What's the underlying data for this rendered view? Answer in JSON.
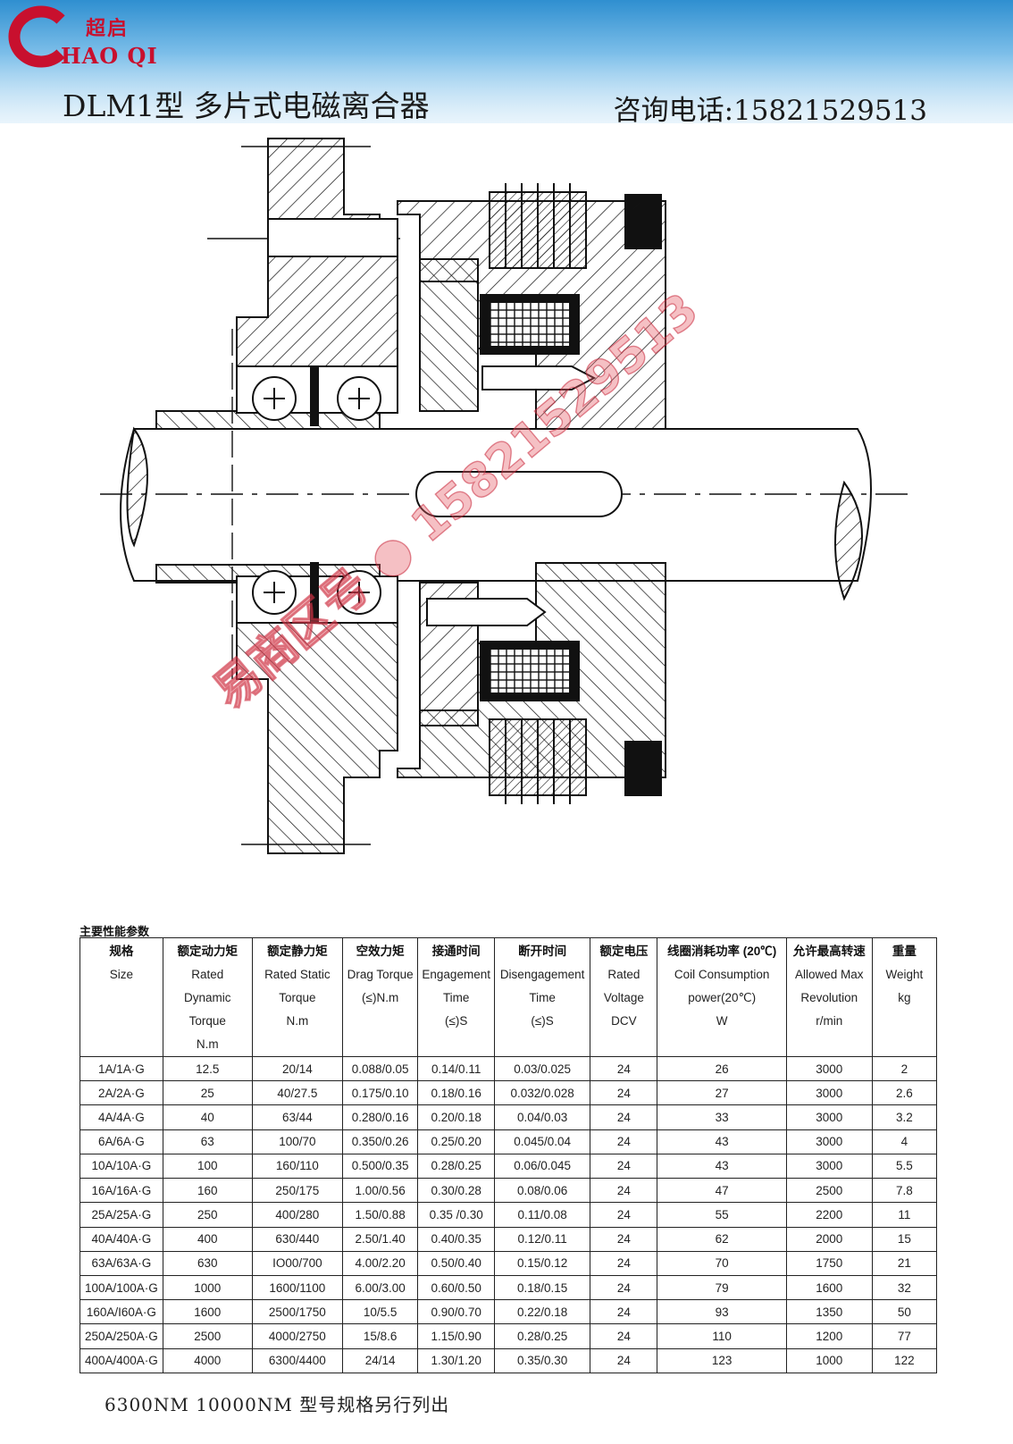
{
  "header": {
    "logo_letter": "C",
    "logo_cn": "超启",
    "logo_en": "HAO QI",
    "product_title": "DLM1型 多片式电磁离合器",
    "contact": "咨询电话:15821529513",
    "colors": {
      "banner_top": "#2f8fd0",
      "banner_bottom": "#cfe8f8",
      "logo_red": "#c8102e"
    }
  },
  "drawing": {
    "icon": "clutch-cross-section-drawing",
    "watermark": "易商区号 ● 15821529513"
  },
  "table": {
    "caption": "主要性能参数",
    "headers": [
      {
        "cn": "规格",
        "en": [
          "Size"
        ]
      },
      {
        "cn": "额定动力矩",
        "en": [
          "Rated",
          "Dynamic",
          "Torque",
          "N.m"
        ]
      },
      {
        "cn": "额定静力矩",
        "en": [
          "Rated Static",
          "Torque",
          "N.m"
        ]
      },
      {
        "cn": "空效力矩",
        "en": [
          "Drag Torque",
          "(≤)N.m"
        ]
      },
      {
        "cn": "接通时间",
        "en": [
          "Engagement",
          "Time",
          "(≤)S"
        ]
      },
      {
        "cn": "断开时间",
        "en": [
          "Disengagement",
          "Time",
          "(≤)S"
        ]
      },
      {
        "cn": "额定电压",
        "en": [
          "Rated",
          "Voltage",
          "DCV"
        ]
      },
      {
        "cn": "线圈消耗功率 (20℃)",
        "en": [
          "Coil Consumption",
          "power(20℃)",
          "W"
        ]
      },
      {
        "cn": "允许最高转速",
        "en": [
          "Allowed Max",
          "Revolution",
          "r/min"
        ]
      },
      {
        "cn": "重量",
        "en": [
          "Weight",
          "kg"
        ]
      }
    ],
    "rows": [
      [
        "1A/1A·G",
        "12.5",
        "20/14",
        "0.088/0.05",
        "0.14/0.11",
        "0.03/0.025",
        "24",
        "26",
        "3000",
        "2"
      ],
      [
        "2A/2A·G",
        "25",
        "40/27.5",
        "0.175/0.10",
        "0.18/0.16",
        "0.032/0.028",
        "24",
        "27",
        "3000",
        "2.6"
      ],
      [
        "4A/4A·G",
        "40",
        "63/44",
        "0.280/0.16",
        "0.20/0.18",
        "0.04/0.03",
        "24",
        "33",
        "3000",
        "3.2"
      ],
      [
        "6A/6A·G",
        "63",
        "100/70",
        "0.350/0.26",
        "0.25/0.20",
        "0.045/0.04",
        "24",
        "43",
        "3000",
        "4"
      ],
      [
        "10A/10A·G",
        "100",
        "160/110",
        "0.500/0.35",
        "0.28/0.25",
        "0.06/0.045",
        "24",
        "43",
        "3000",
        "5.5"
      ],
      [
        "16A/16A·G",
        "160",
        "250/175",
        "1.00/0.56",
        "0.30/0.28",
        "0.08/0.06",
        "24",
        "47",
        "2500",
        "7.8"
      ],
      [
        "25A/25A·G",
        "250",
        "400/280",
        "1.50/0.88",
        "0.35 /0.30",
        "0.11/0.08",
        "24",
        "55",
        "2200",
        "11"
      ],
      [
        "40A/40A·G",
        "400",
        "630/440",
        "2.50/1.40",
        "0.40/0.35",
        "0.12/0.11",
        "24",
        "62",
        "2000",
        "15"
      ],
      [
        "63A/63A·G",
        "630",
        "IO00/700",
        "4.00/2.20",
        "0.50/0.40",
        "0.15/0.12",
        "24",
        "70",
        "1750",
        "21"
      ],
      [
        "100A/100A·G",
        "1000",
        "1600/1100",
        "6.00/3.00",
        "0.60/0.50",
        "0.18/0.15",
        "24",
        "79",
        "1600",
        "32"
      ],
      [
        "160A/I60A·G",
        "1600",
        "2500/1750",
        "10/5.5",
        "0.90/0.70",
        "0.22/0.18",
        "24",
        "93",
        "1350",
        "50"
      ],
      [
        "250A/250A·G",
        "2500",
        "4000/2750",
        "15/8.6",
        "1.15/0.90",
        "0.28/0.25",
        "24",
        "110",
        "1200",
        "77"
      ],
      [
        "400A/400A·G",
        "4000",
        "6300/4400",
        "24/14",
        "1.30/1.20",
        "0.35/0.30",
        "24",
        "123",
        "1000",
        "122"
      ]
    ]
  },
  "footnote": "6300NM 10000NM 型号规格另行列出"
}
